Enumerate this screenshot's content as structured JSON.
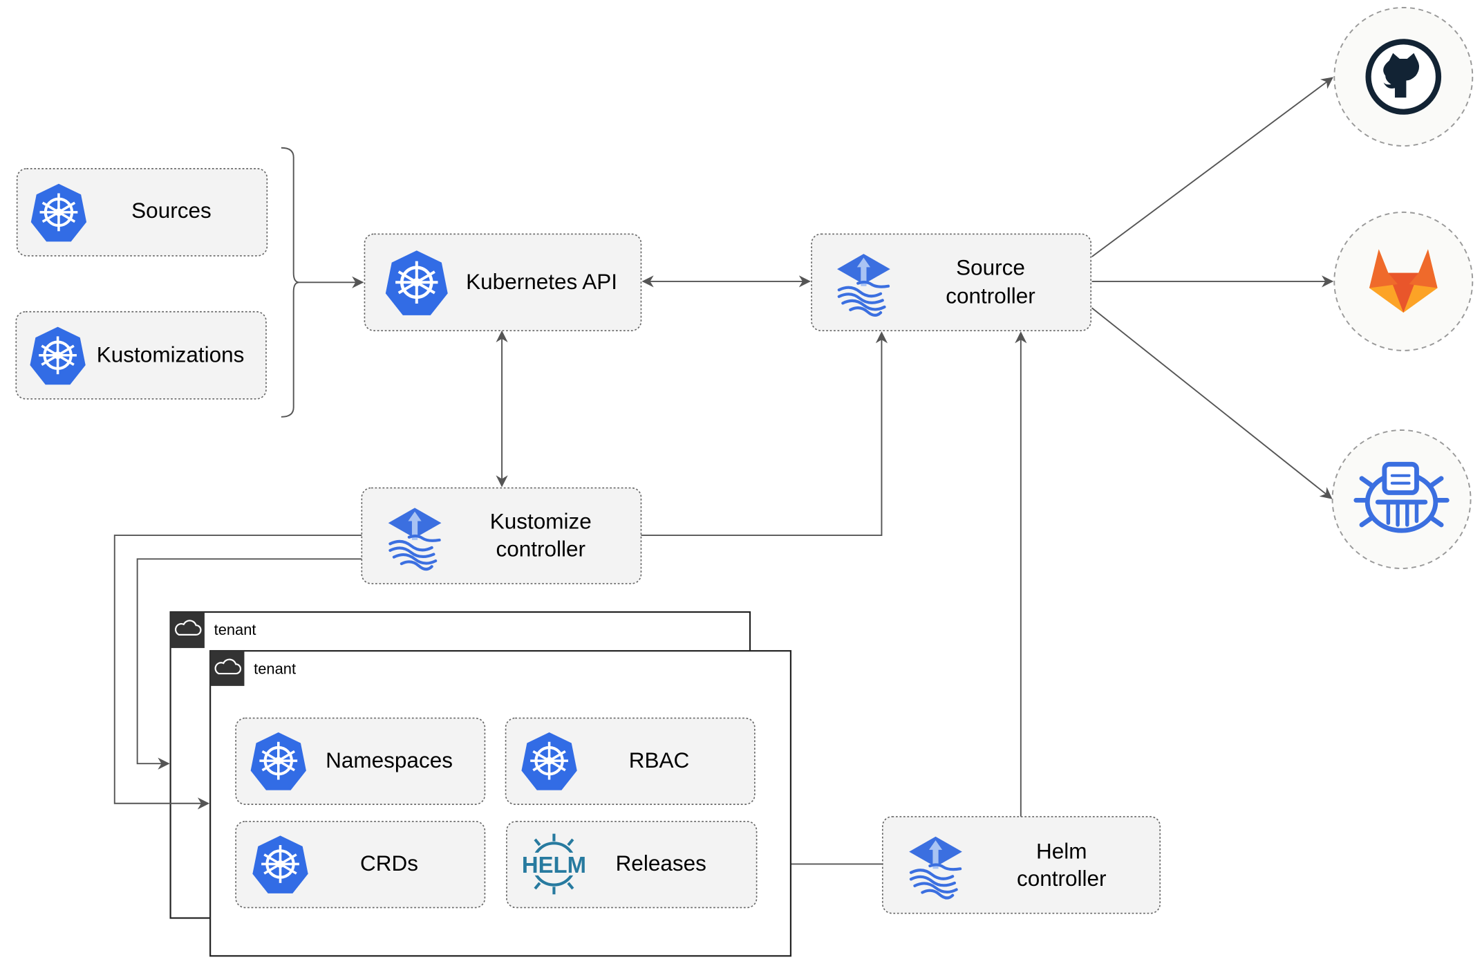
{
  "resources": {
    "sources": "Sources",
    "kustomizations": "Kustomizations"
  },
  "nodes": {
    "kubernetes_api": "Kubernetes API",
    "source_controller": [
      "Source",
      "controller"
    ],
    "kustomize_controller": [
      "Kustomize",
      "controller"
    ],
    "helm_controller": [
      "Helm",
      "controller"
    ]
  },
  "tenants": [
    {
      "label": "tenant"
    },
    {
      "label": "tenant"
    }
  ],
  "tenant_resources": {
    "namespaces": "Namespaces",
    "rbac": "RBAC",
    "crds": "CRDs",
    "releases": "Releases",
    "helm_logo_text": "HELM"
  },
  "external_sources": [
    "github-icon",
    "gitlab-icon",
    "bucket-icon"
  ],
  "colors": {
    "kubernetes_blue": "#326ce5",
    "flux_blue": "#3b6fe0",
    "helm_blue": "#277a9f",
    "github_dark": "#122334",
    "gitlab_orange": "#e9562b",
    "gitlab_yellow": "#fca326",
    "edge": "#555555"
  }
}
